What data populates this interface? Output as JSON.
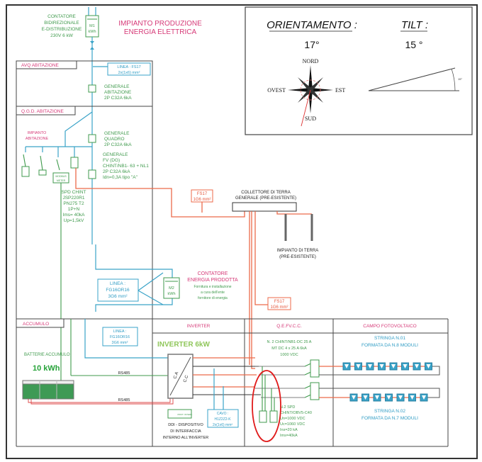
{
  "title": [
    "IMPIANTO PRODUZIONE",
    "ENERGIA ELETTRICA"
  ],
  "meter1": {
    "label": [
      "CONTATORE",
      "BIDIREZIONALE",
      "E-DISTRIBUZIONE",
      "230V 6 kW"
    ],
    "id": "M1",
    "unit": "kWh"
  },
  "avq": {
    "header": "AVQ  ABITAZIONE",
    "line_box": [
      "LINEA : FS17",
      "2x(1x6) mm²"
    ],
    "breaker": [
      "GENERALE",
      "ABITAZIONE",
      "2P C32A 6kA"
    ]
  },
  "qgd": {
    "header": "Q.G.D. ABITAZIONE",
    "impianto": [
      "IMPIANTO",
      "ABITAZIONE"
    ],
    "gen_quadro": [
      "GENERALE",
      "QUADRO",
      "2P C32A 6kA"
    ],
    "gen_fv": [
      "GENERALE",
      "FV (DG)",
      "CHINT/NB1- 63 + NL1",
      "2P  C32A  6kA",
      "Idn=0,3A tipo \"A\""
    ],
    "modbus": [
      "MODBUS",
      "METER"
    ],
    "spd": [
      "SPD CHINT",
      "JSP220R1",
      "PN275 T2",
      "1P+N",
      "Ims= 40kA",
      "Up=1,5kV"
    ]
  },
  "fs17_a": [
    "FS17",
    "1G6 mm²"
  ],
  "fs17_b": [
    "FS17",
    "1G6 mm²"
  ],
  "collector": [
    "COLLETTORE DI TERRA",
    "GENERALE (PRE-ESISTENTE)"
  ],
  "earth": [
    "IMPIANTO DI TERRA",
    "(PRE-ESISTENTE)"
  ],
  "meter2": {
    "title": [
      "CONTATORE",
      "ENERGIA PRODOTTA"
    ],
    "note": [
      "Fornitura e installazione",
      "a cura dell'ente",
      "fornitore di energia"
    ],
    "id": "M2",
    "unit": "kWh"
  },
  "line_fg_a": [
    "LINEA :",
    "FG16OR16",
    "3G6 mm²"
  ],
  "line_fg_b": [
    "LINEA :",
    "FG16OR16",
    "3G6 mm²"
  ],
  "accumulo": {
    "header": "ACCUMULO",
    "label": "BATTERIE ACCUMULO",
    "capacity": "10 kWh"
  },
  "rs485": [
    "RS485",
    "RS485"
  ],
  "inverter": {
    "header": "INVERTER",
    "title": "INVERTER 6kW",
    "ac": "C.A",
    "dc": "C.C",
    "ddi": [
      "DDI - DISPOSITIVO",
      "DI INTERFACCIA",
      "INTERNO ALL'INVERTER"
    ],
    "ddi_box": "PROT. INTERF.",
    "cable": [
      "CAVO :",
      "H1Z2Z2-K",
      "2x(1x6) mm²"
    ]
  },
  "qefvcc": {
    "header": "Q.E.FV.C.C.",
    "breakers": [
      "N. 2 CHINT/NB1-DC 25 A",
      "MT DC 4 x 25 A  6kA",
      "1000 VDC"
    ],
    "spd": [
      "N.2 SPD",
      "CHINT/OBV5-C40",
      "Un=1000 VDC",
      "Uc=1060 VDC",
      "Ins=20 kA",
      "Ims=40kA"
    ]
  },
  "campo": {
    "header": "CAMPO FOTOVOLTAICO",
    "string1": [
      "STRINGA N.01",
      "FORMATA DA N.8 MODULI"
    ],
    "string2": [
      "STRINGA N.02",
      "FORMATA DA N.7 MODULI"
    ],
    "string1_modules": 8,
    "string2_modules": 7
  },
  "orientation": {
    "label": "ORIENTAMENTO :",
    "value": "17°",
    "north": "NORD",
    "south": "SUD",
    "east": "EST",
    "west": "OVEST"
  },
  "tilt": {
    "label": "TILT :",
    "value": "15 °",
    "angle_label": "15°"
  },
  "colors": {
    "pink": "#d63a78",
    "green": "#3f9a4c",
    "blue": "#2f9cc4",
    "red": "#ec6a4a",
    "highlight": "#e01b1b"
  }
}
